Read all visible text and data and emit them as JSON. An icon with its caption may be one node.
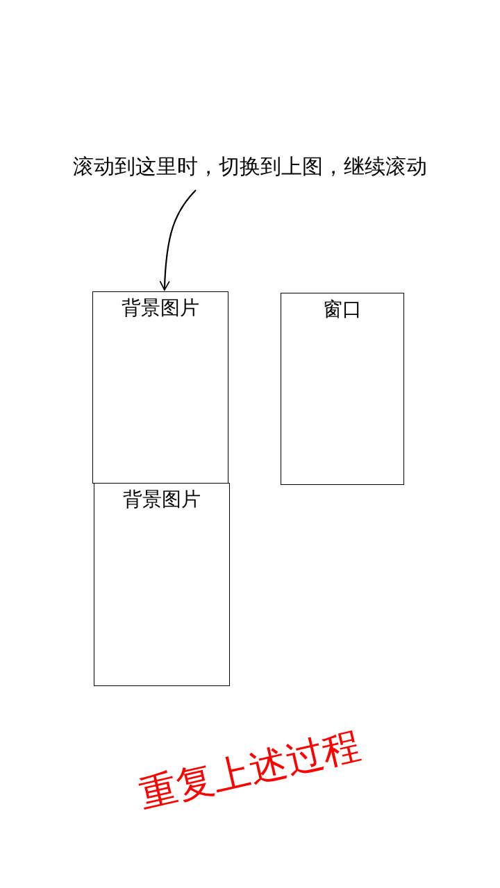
{
  "diagram": {
    "nodes": [
      {
        "text": [
          "滚动到这里时，切换到上图，继续滚动"
        ]
      },
      {
        "text": [
          "背景图片"
        ]
      },
      {
        "text": [
          "窗口"
        ]
      },
      {
        "text": [
          "背景图片"
        ]
      }
    ],
    "edges": [
      {
        "from": 0,
        "to": 1,
        "arrow": "to"
      }
    ],
    "labels": [
      "重复上述过程"
    ]
  }
}
